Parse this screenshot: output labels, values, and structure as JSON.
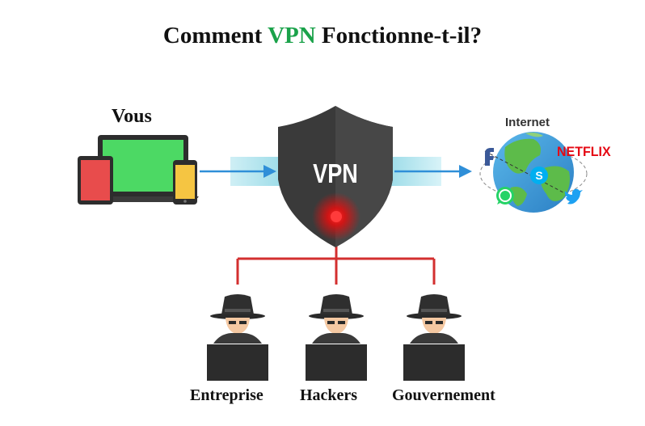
{
  "title": {
    "prefix": "Comment ",
    "accent": "VPN",
    "suffix": " Fonctionne-t-il?"
  },
  "you_label": "Vous",
  "vpn_label": "VPN",
  "internet": {
    "label": "Internet",
    "brand": "NETFLIX"
  },
  "threats": [
    {
      "label": "Entreprise"
    },
    {
      "label": "Hackers"
    },
    {
      "label": "Gouvernement"
    }
  ],
  "colors": {
    "accent": "#1aa24a",
    "arrow": "#2f8fd8",
    "tunnel": "#a8e3ee",
    "connector": "#d32f2f",
    "shield_dark": "#3a3a3a",
    "shield_light": "#4a4a4a",
    "device_screen": "#4cd964",
    "tablet": "#e84c4c",
    "phone": "#f5c542"
  },
  "icons": [
    "laptop-icon",
    "tablet-icon",
    "phone-icon",
    "shield-icon",
    "globe-icon",
    "facebook-icon",
    "whatsapp-icon",
    "skype-icon",
    "twitter-icon",
    "hacker-icon"
  ]
}
